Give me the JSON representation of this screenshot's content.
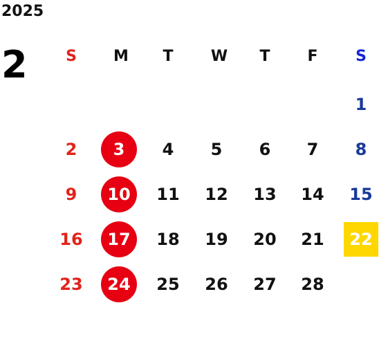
{
  "calendar": {
    "year": "2025",
    "month": "2",
    "weekday_headers": [
      "S",
      "M",
      "T",
      "W",
      "T",
      "F",
      "S"
    ],
    "weeks": [
      [
        "",
        "",
        "",
        "",
        "",
        "",
        "1"
      ],
      [
        "2",
        "3",
        "4",
        "5",
        "6",
        "7",
        "8"
      ],
      [
        "9",
        "10",
        "11",
        "12",
        "13",
        "14",
        "15"
      ],
      [
        "16",
        "17",
        "18",
        "19",
        "20",
        "21",
        "22"
      ],
      [
        "23",
        "24",
        "25",
        "26",
        "27",
        "28",
        ""
      ]
    ],
    "circled_days": [
      "3",
      "10",
      "17",
      "24"
    ],
    "boxed_days": [
      "22"
    ],
    "colors": {
      "sunday": "#e2231a",
      "saturday_header": "#1726d8",
      "saturday": "#1a3a99",
      "circle": "#e60012",
      "box": "#ffd700",
      "text": "#111111"
    }
  }
}
